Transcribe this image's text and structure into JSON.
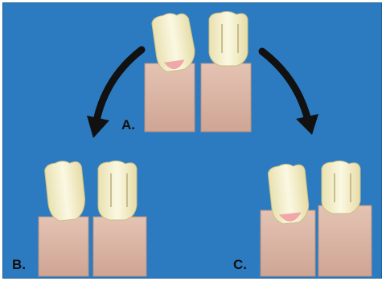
{
  "figure": {
    "background_color": "#2c7bc0",
    "panels": [
      {
        "id": "A",
        "label": "A."
      },
      {
        "id": "B",
        "label": "B."
      },
      {
        "id": "C",
        "label": "C."
      }
    ],
    "colors": {
      "bone": "#d9b3a3",
      "crown": "#f4f0c8",
      "root_tip": "#f0a7a7",
      "arrow": "#111111"
    }
  }
}
